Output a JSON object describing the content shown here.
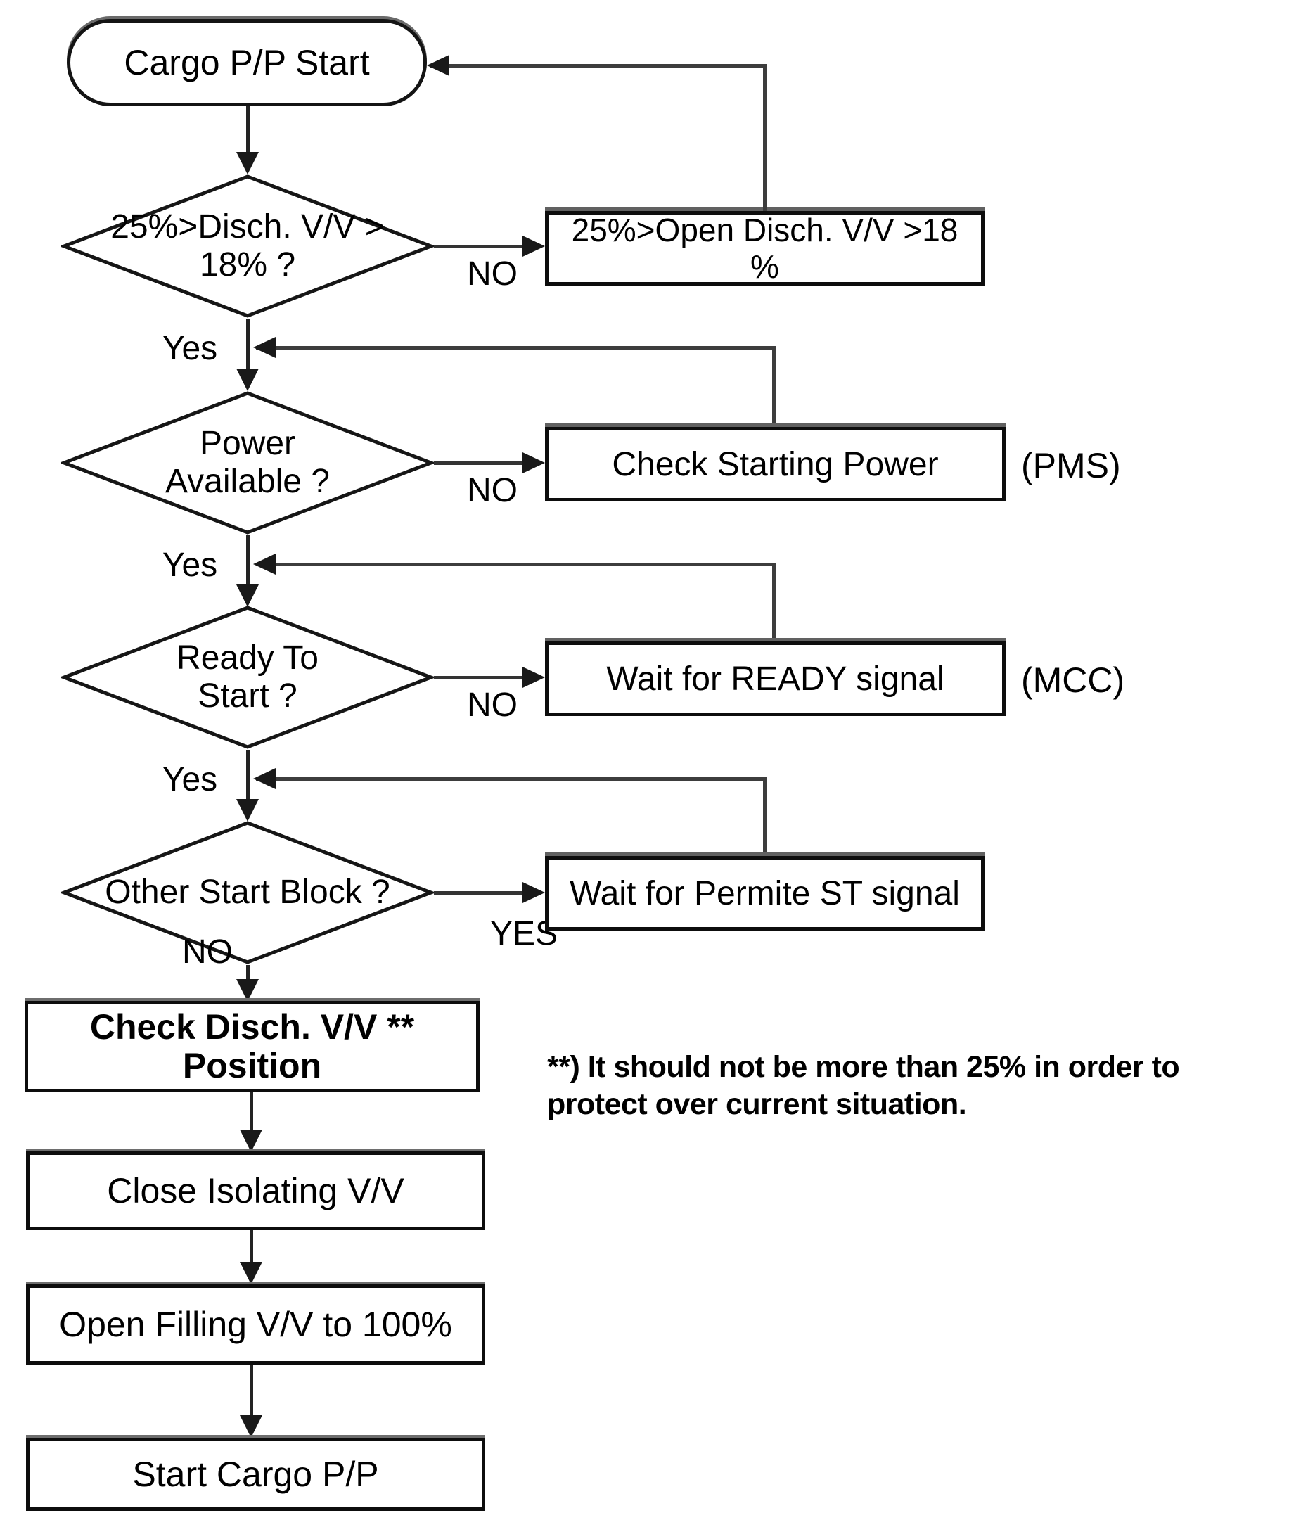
{
  "flowchart": {
    "start": {
      "label": "Cargo P/P Start"
    },
    "decisions": [
      {
        "line1": "25%>Disch. V/V >",
        "line2": "18% ?",
        "branch_label": "NO",
        "down_label": "Yes"
      },
      {
        "line1": "Power",
        "line2": "Available ?",
        "branch_label": "NO",
        "down_label": "Yes"
      },
      {
        "line1": "Ready To",
        "line2": "Start ?",
        "branch_label": "NO",
        "down_label": "Yes"
      },
      {
        "line1": "Other Start Block ?",
        "line2": "",
        "branch_label": "YES",
        "down_label": "NO"
      }
    ],
    "side_boxes": [
      {
        "line1": "25%>Open Disch. V/V >18",
        "line2": "%",
        "tag": ""
      },
      {
        "line1": "Check Starting Power",
        "line2": "",
        "tag": "(PMS)"
      },
      {
        "line1": "Wait for READY signal",
        "line2": "",
        "tag": "(MCC)"
      },
      {
        "line1": "Wait for Permite ST signal",
        "line2": "",
        "tag": ""
      }
    ],
    "process_boxes": [
      {
        "line1": "Check Disch. V/V **",
        "line2": "Position"
      },
      {
        "line1": "Close Isolating V/V",
        "line2": ""
      },
      {
        "line1": "Open Filling V/V to 100%",
        "line2": ""
      },
      {
        "line1": "Start Cargo P/P",
        "line2": ""
      }
    ],
    "note": {
      "line1": "**) It should not be more than 25% in order to",
      "line2": "protect over current situation."
    },
    "colors": {
      "line": "#333333",
      "border": "#0d0d0d",
      "background": "#ffffff",
      "text": "#000000"
    }
  }
}
